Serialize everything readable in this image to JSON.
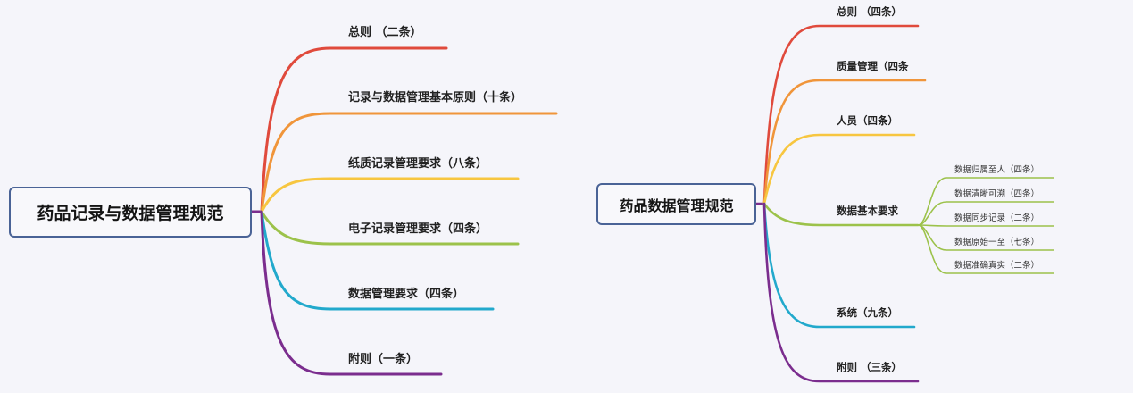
{
  "colors": {
    "background": "#f5f5fa",
    "root_border": "#4a6396",
    "branch_red": "#e04a3c",
    "branch_orange": "#f0953a",
    "branch_yellow": "#f7c640",
    "branch_green": "#9cc24a",
    "branch_cyan": "#22a9cc",
    "branch_purple": "#7b2d8e"
  },
  "left_map": {
    "root": "药品记录与数据管理规范",
    "branches": [
      {
        "label": "总则  （二条）",
        "color": "#e04a3c"
      },
      {
        "label": "记录与数据管理基本原则（十条）",
        "color": "#f0953a"
      },
      {
        "label": "纸质记录管理要求（八条）",
        "color": "#f7c640"
      },
      {
        "label": "电子记录管理要求（四条）",
        "color": "#9cc24a"
      },
      {
        "label": "数据管理要求（四条）",
        "color": "#22a9cc"
      },
      {
        "label": "附则（一条）",
        "color": "#7b2d8e"
      }
    ]
  },
  "right_map": {
    "root": "药品数据管理规范",
    "branches": [
      {
        "label": "总则 （四条）",
        "color": "#e04a3c"
      },
      {
        "label": "质量管理（四条",
        "color": "#f0953a"
      },
      {
        "label": "人员（四条）",
        "color": "#f7c640"
      },
      {
        "label": "数据基本要求",
        "color": "#9cc24a",
        "children": [
          {
            "label": "数据归属至人（四条）"
          },
          {
            "label": "数据清晰可溯（四条）"
          },
          {
            "label": "数据同步记录（二条）"
          },
          {
            "label": "数据原始一至（七条）"
          },
          {
            "label": "数据准确真实（二条）"
          }
        ]
      },
      {
        "label": "系统（九条）",
        "color": "#22a9cc"
      },
      {
        "label": "附则 （三条）",
        "color": "#7b2d8e"
      }
    ]
  }
}
